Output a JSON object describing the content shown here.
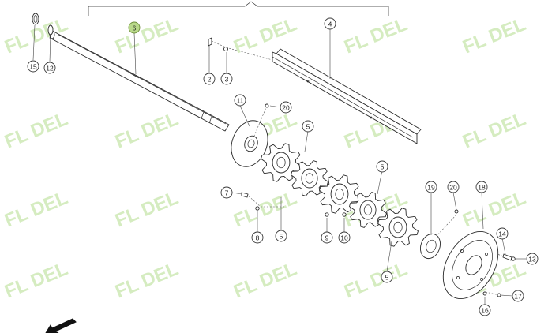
{
  "diagram": {
    "watermark_text": "FL DEL",
    "highlight_color": "#b9d98a",
    "callouts": [
      {
        "id": "c15",
        "label": "15",
        "highlighted": false
      },
      {
        "id": "c12",
        "label": "12",
        "highlighted": false
      },
      {
        "id": "c6",
        "label": "6",
        "highlighted": true
      },
      {
        "id": "c2",
        "label": "2",
        "highlighted": false
      },
      {
        "id": "c3",
        "label": "3",
        "highlighted": false
      },
      {
        "id": "c4",
        "label": "4",
        "highlighted": false
      },
      {
        "id": "c11",
        "label": "11",
        "highlighted": false
      },
      {
        "id": "c20a",
        "label": "20",
        "highlighted": false
      },
      {
        "id": "c5a",
        "label": "5",
        "highlighted": false
      },
      {
        "id": "c7",
        "label": "7",
        "highlighted": false
      },
      {
        "id": "c8",
        "label": "8",
        "highlighted": false
      },
      {
        "id": "c5b",
        "label": "5",
        "highlighted": false
      },
      {
        "id": "c9",
        "label": "9",
        "highlighted": false
      },
      {
        "id": "c10",
        "label": "10",
        "highlighted": false
      },
      {
        "id": "c5c",
        "label": "5",
        "highlighted": false
      },
      {
        "id": "c5d",
        "label": "5",
        "highlighted": false
      },
      {
        "id": "c19",
        "label": "19",
        "highlighted": false
      },
      {
        "id": "c20b",
        "label": "20",
        "highlighted": false
      },
      {
        "id": "c18",
        "label": "18",
        "highlighted": false
      },
      {
        "id": "c14",
        "label": "14",
        "highlighted": false
      },
      {
        "id": "c13",
        "label": "13",
        "highlighted": false
      },
      {
        "id": "c17",
        "label": "17",
        "highlighted": false
      },
      {
        "id": "c16",
        "label": "16",
        "highlighted": false
      }
    ]
  }
}
